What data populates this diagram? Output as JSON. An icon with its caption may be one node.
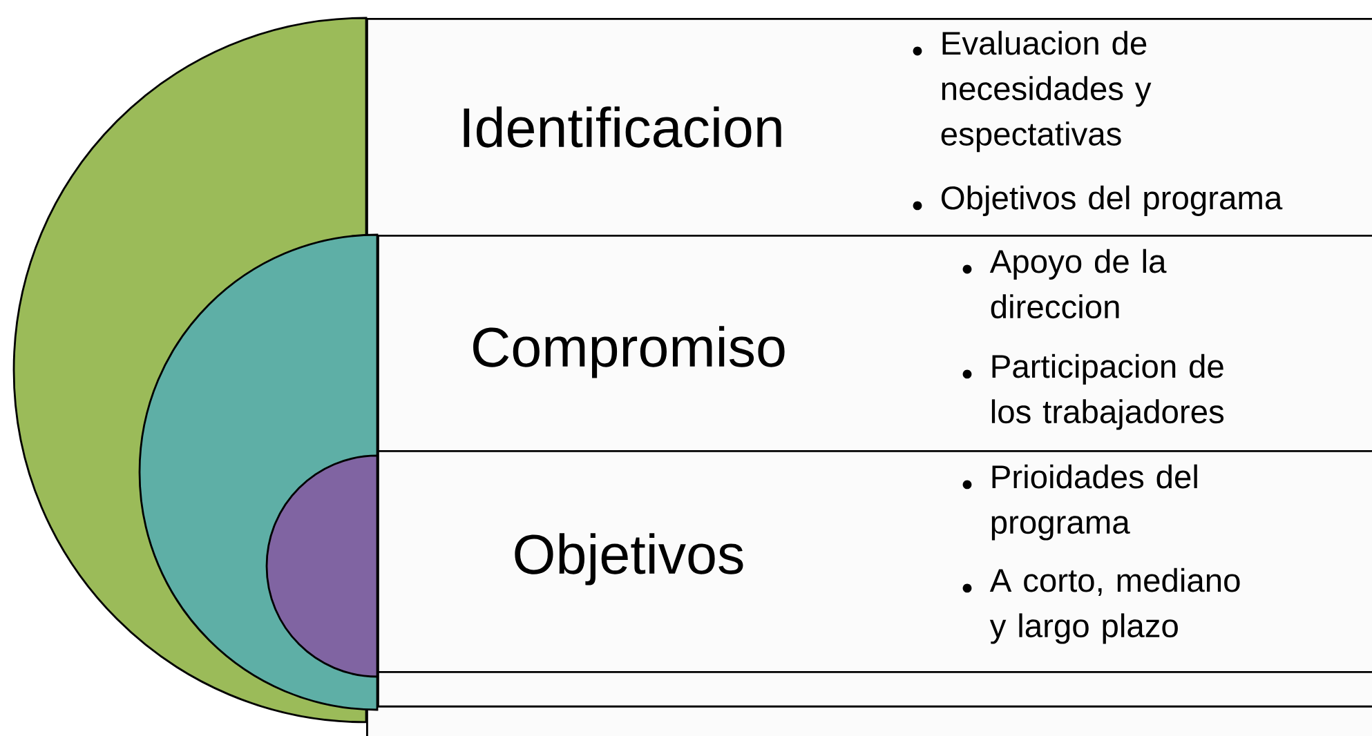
{
  "diagram": {
    "nodes": [
      {
        "text": [
          "Identificacion",
          "Evaluacion de necesidades y espectativas",
          "Objetivos del programa"
        ]
      },
      {
        "text": [
          "Compromiso",
          "Apoyo de la direccion",
          "Participacion de los trabajadores"
        ],
        "in": 0
      },
      {
        "text": [
          "Objetivos",
          "Prioidades del programa",
          "A corto, mediano y largo plazo"
        ],
        "in": 1
      }
    ]
  }
}
